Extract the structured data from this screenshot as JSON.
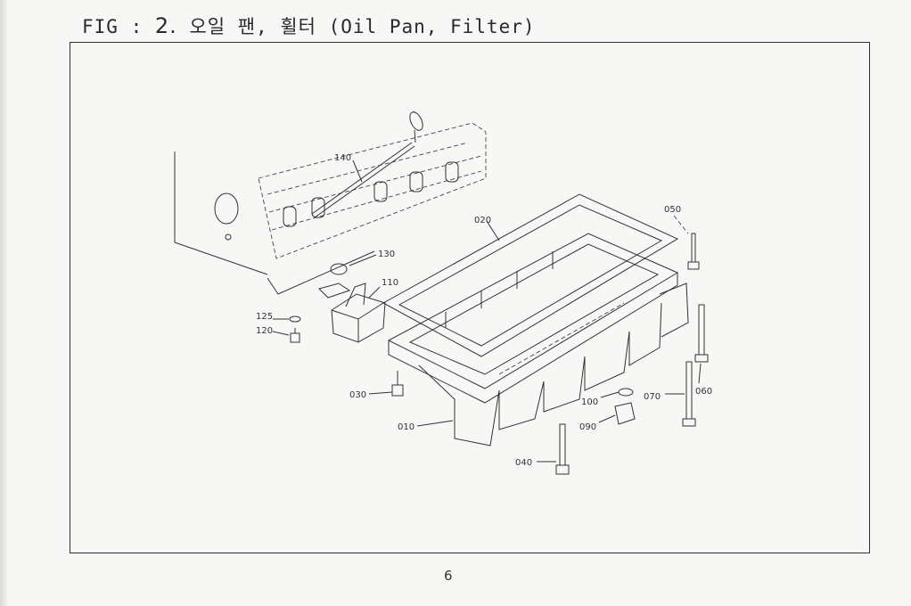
{
  "page": {
    "title_prefix": "FIG :",
    "title_number": "2.",
    "title_text": "오일 팬, 휠터 (Oil Pan, Filter)",
    "page_number": "6"
  },
  "parts": [
    {
      "id": "part-140",
      "label": "140"
    },
    {
      "id": "part-130",
      "label": "130"
    },
    {
      "id": "part-110",
      "label": "110"
    },
    {
      "id": "part-125",
      "label": "125"
    },
    {
      "id": "part-120",
      "label": "120"
    },
    {
      "id": "part-020",
      "label": "020"
    },
    {
      "id": "part-050",
      "label": "050"
    },
    {
      "id": "part-030",
      "label": "030"
    },
    {
      "id": "part-010",
      "label": "010"
    },
    {
      "id": "part-100",
      "label": "100"
    },
    {
      "id": "part-090",
      "label": "090"
    },
    {
      "id": "part-070",
      "label": "070"
    },
    {
      "id": "part-060",
      "label": "060"
    },
    {
      "id": "part-040",
      "label": "040"
    }
  ]
}
